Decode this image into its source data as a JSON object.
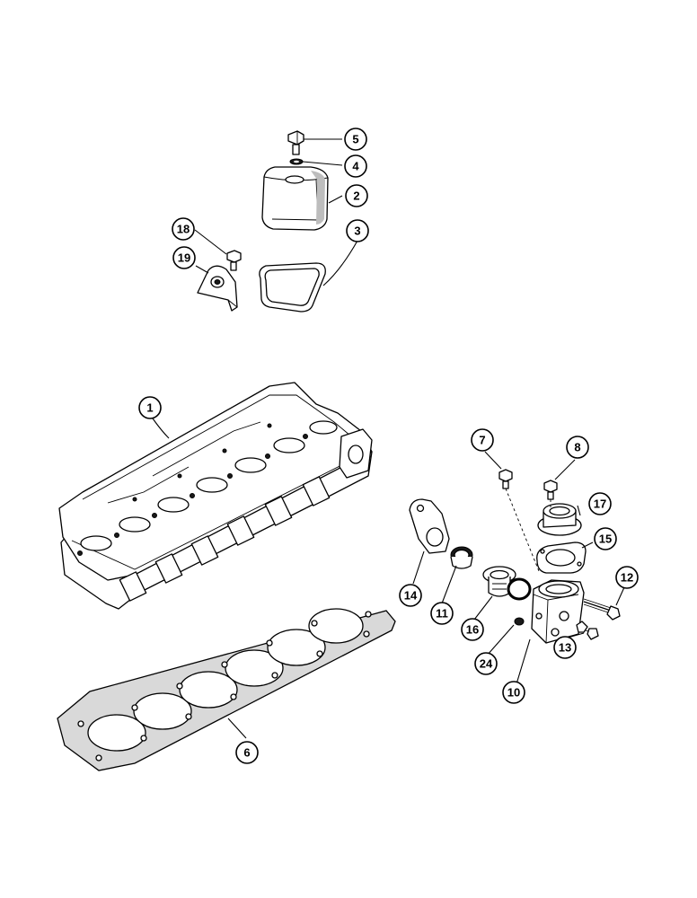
{
  "callouts": [
    {
      "id": "c1",
      "label": "1"
    },
    {
      "id": "c2",
      "label": "2"
    },
    {
      "id": "c3",
      "label": "3"
    },
    {
      "id": "c4",
      "label": "4"
    },
    {
      "id": "c5",
      "label": "5"
    },
    {
      "id": "c6",
      "label": "6"
    },
    {
      "id": "c7",
      "label": "7"
    },
    {
      "id": "c8",
      "label": "8"
    },
    {
      "id": "c10",
      "label": "10"
    },
    {
      "id": "c11",
      "label": "11"
    },
    {
      "id": "c12",
      "label": "12"
    },
    {
      "id": "c13",
      "label": "13"
    },
    {
      "id": "c14",
      "label": "14"
    },
    {
      "id": "c15",
      "label": "15"
    },
    {
      "id": "c16",
      "label": "16"
    },
    {
      "id": "c17",
      "label": "17"
    },
    {
      "id": "c18",
      "label": "18"
    },
    {
      "id": "c19",
      "label": "19"
    },
    {
      "id": "c24",
      "label": "24"
    }
  ]
}
